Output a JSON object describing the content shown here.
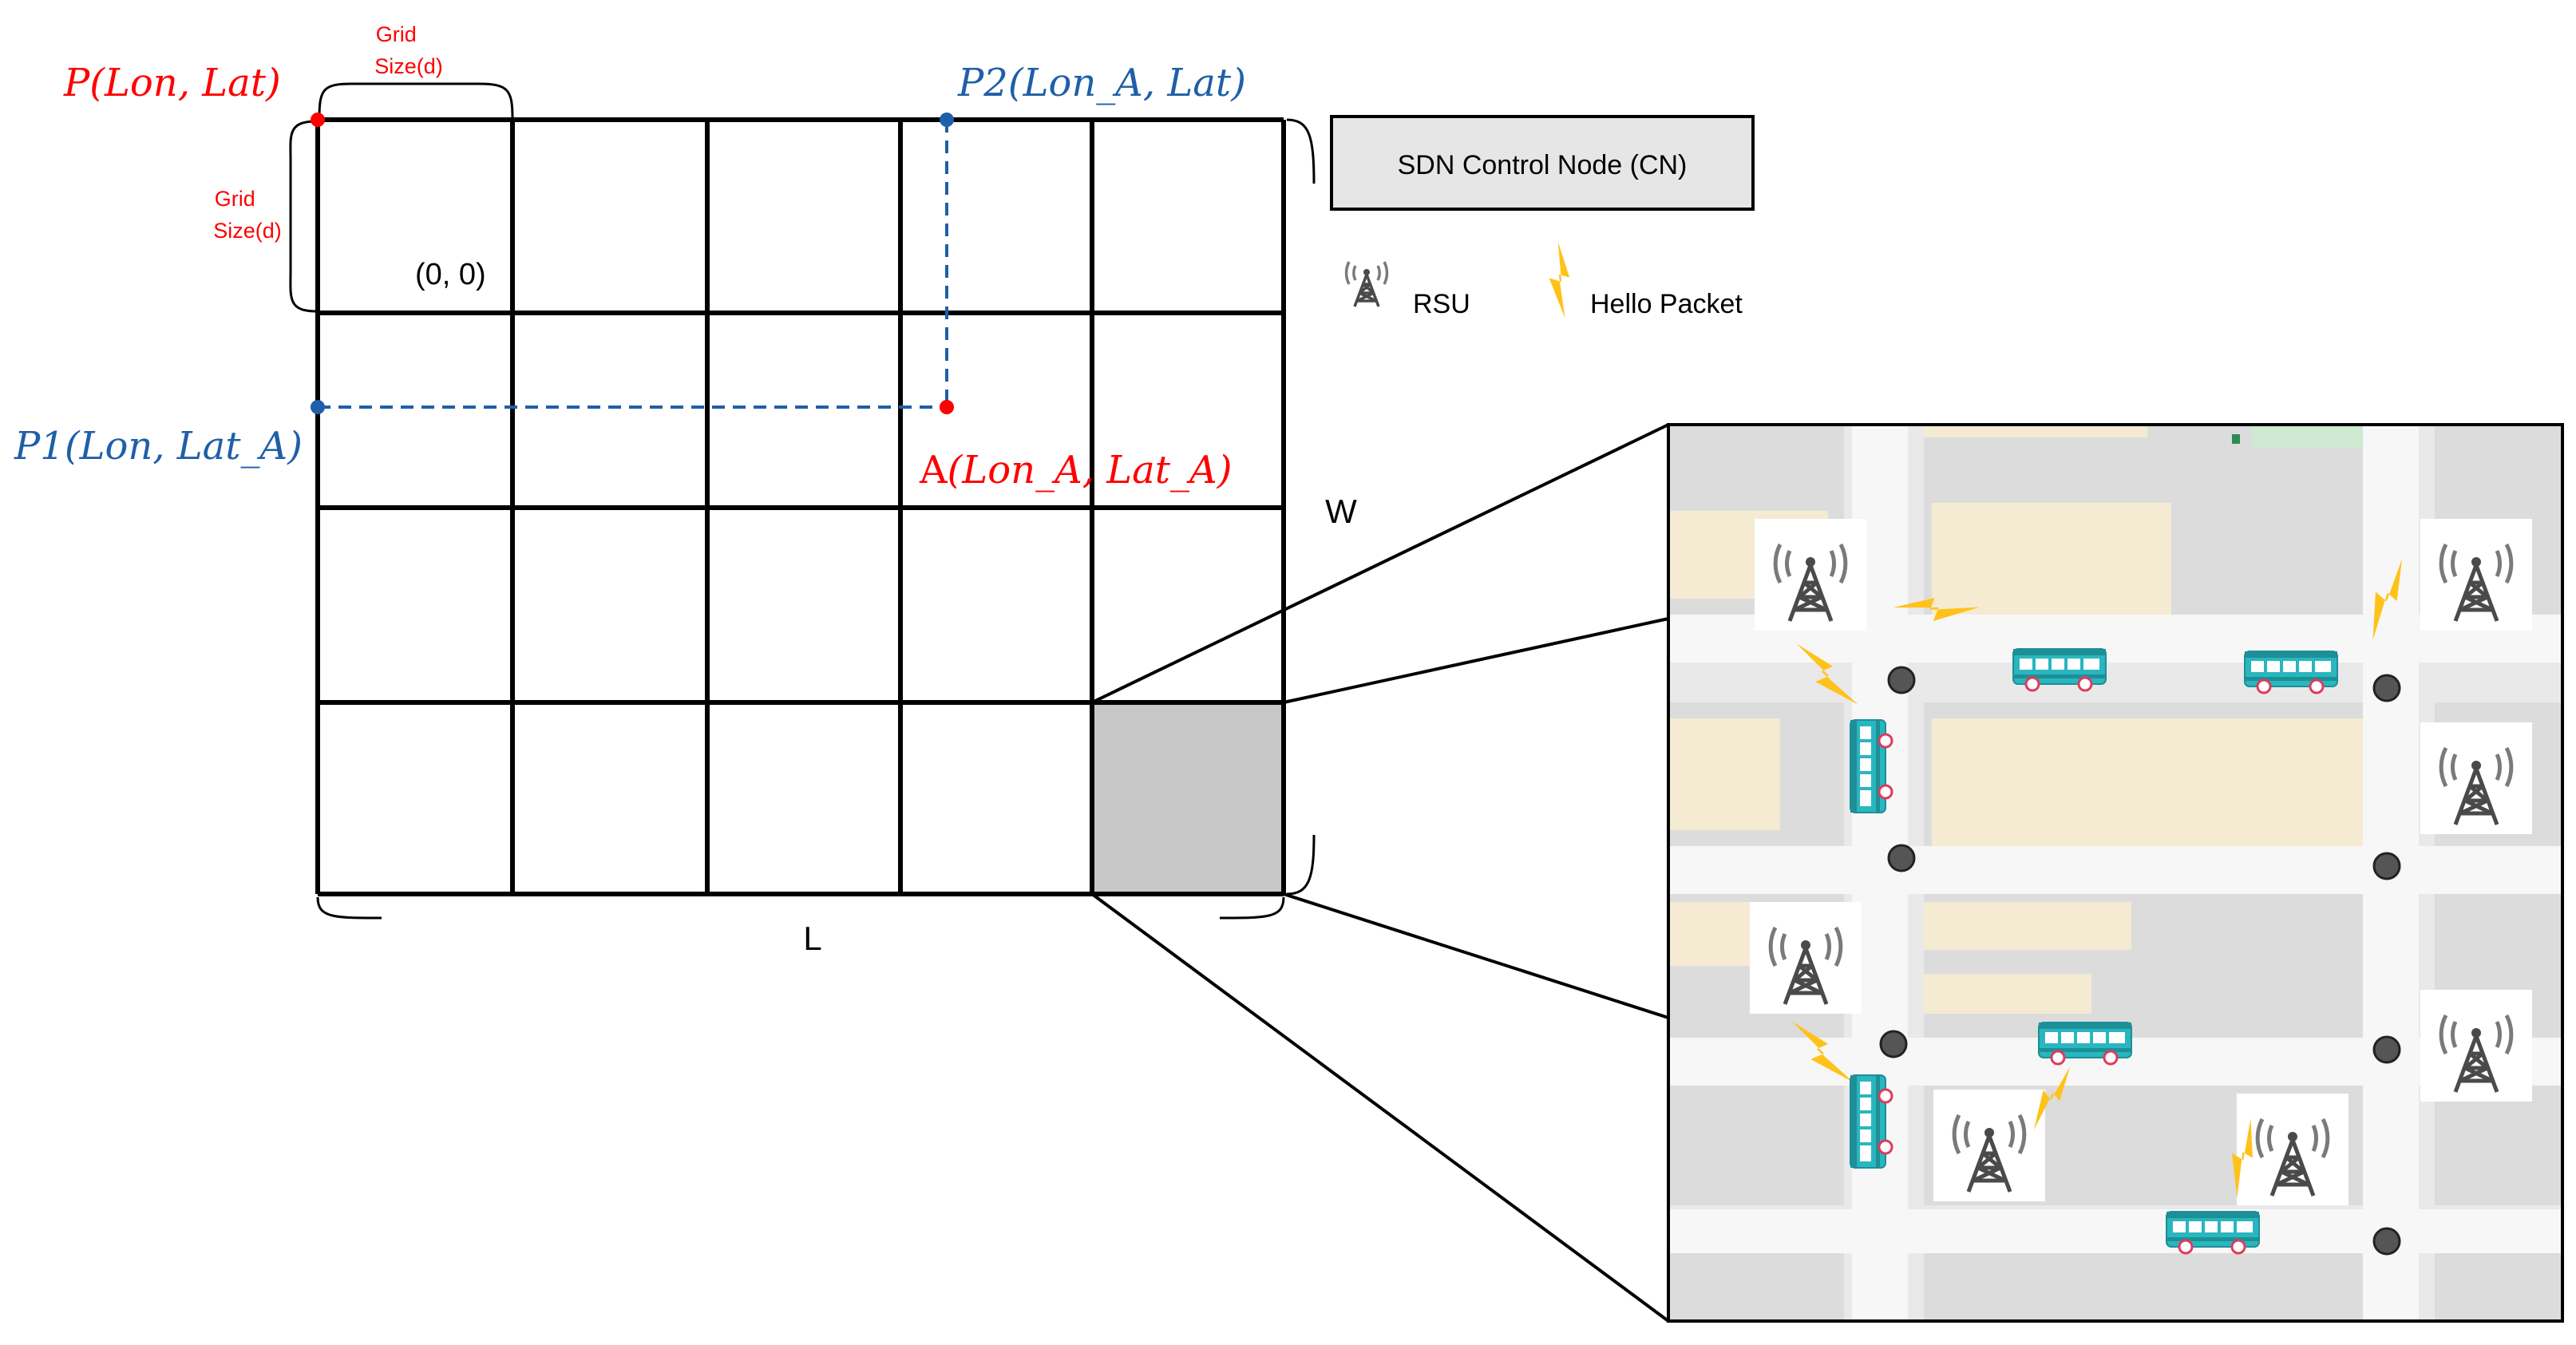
{
  "grid": {
    "columns": 5,
    "rows": 4,
    "highlighted_cell": {
      "column": 5,
      "row": 4
    },
    "origin_label": "(0, 0)",
    "size_label_top": [
      "Grid",
      "Size(d)"
    ],
    "size_label_left": [
      "Grid",
      "Size(d)"
    ],
    "length_label": "L",
    "width_label": "W"
  },
  "points": {
    "P": {
      "prefix": "",
      "name": "P(Lon, Lat)",
      "color": "#ff0000"
    },
    "P1": {
      "name": "P1(Lon, Lat_A)",
      "color": "#1f5fa8"
    },
    "P2": {
      "name": "P2(Lon_A, Lat)",
      "color": "#1f5fa8"
    },
    "A": {
      "prefix": "A",
      "name": "(Lon_A, Lat_A)",
      "color": "#ff0000"
    }
  },
  "legend": {
    "control_node": "SDN Control Node (CN)",
    "rsu_label": "RSU",
    "hello_label": "Hello Packet"
  },
  "colors": {
    "red": "#ff0000",
    "blue": "#1f5fa8",
    "bus": "#29b6bf",
    "lightning": "#ffc21a",
    "cell_fill": "#c8c8c8",
    "legend_box": "#e6e6e6"
  },
  "icons": {
    "rsu": "radio-tower-icon",
    "hello_packet": "lightning-icon",
    "vehicle": "bus-icon",
    "node": "intersection-node-icon"
  }
}
